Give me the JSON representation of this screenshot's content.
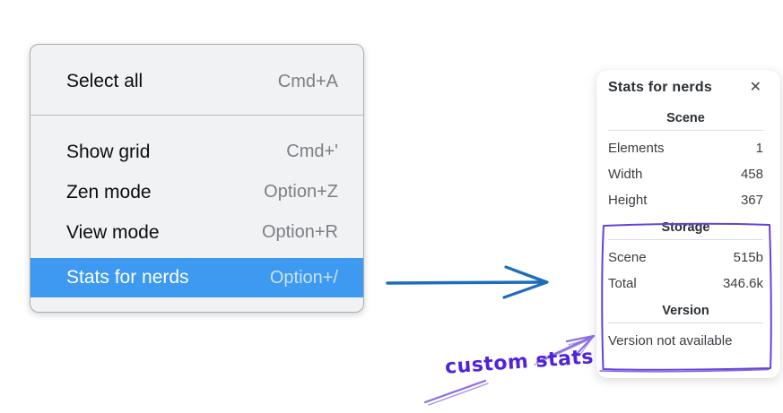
{
  "context_menu": {
    "items": [
      {
        "label": "Select all",
        "shortcut": "Cmd+A",
        "selected": false
      },
      {
        "label": "Show grid",
        "shortcut": "Cmd+'",
        "selected": false
      },
      {
        "label": "Zen mode",
        "shortcut": "Option+Z",
        "selected": false
      },
      {
        "label": "View mode",
        "shortcut": "Option+R",
        "selected": false
      },
      {
        "label": "Stats for nerds",
        "shortcut": "Option+/",
        "selected": true
      }
    ],
    "colors": {
      "background": "#f1f2f4",
      "highlight": "#3d9af0",
      "item_text": "#0d0d0d",
      "shortcut_text": "#7a8086"
    }
  },
  "stats_panel": {
    "title": "Stats for nerds",
    "close_icon": "✕",
    "sections": [
      {
        "heading": "Scene",
        "rows": [
          {
            "label": "Elements",
            "value": "1"
          },
          {
            "label": "Width",
            "value": "458"
          },
          {
            "label": "Height",
            "value": "367"
          }
        ]
      },
      {
        "heading": "Storage",
        "rows": [
          {
            "label": "Scene",
            "value": "515b"
          },
          {
            "label": "Total",
            "value": "346.6k"
          }
        ]
      },
      {
        "heading": "Version",
        "rows": [],
        "note": "Version not available"
      }
    ]
  },
  "annotations": {
    "label": "custom stats",
    "colors": {
      "flow_arrow": "#1c6dbd",
      "sketch_box": "#6741d9",
      "sketch_arrow": "#8b6fe6",
      "label_text": "#5022d8"
    }
  }
}
